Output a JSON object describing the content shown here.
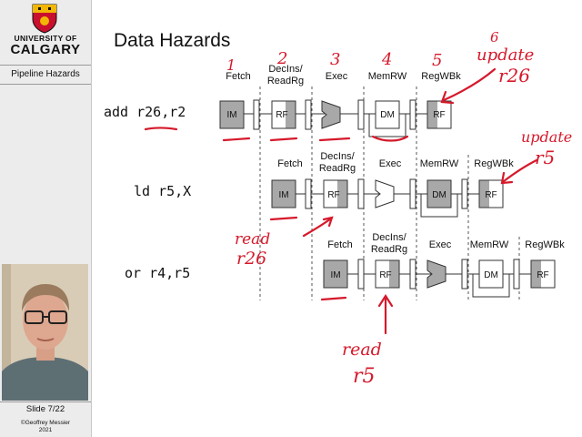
{
  "sidebar": {
    "university_line1": "UNIVERSITY OF",
    "university_line2": "CALGARY",
    "section": "Pipeline Hazards",
    "slide_number": "Slide 7/22",
    "copyright_line1": "©Geoffrey Messier",
    "copyright_line2": "2021"
  },
  "slide": {
    "title": "Data Hazards",
    "instructions": [
      "add r26,r2",
      "ld r5,X",
      "or r4,r5"
    ],
    "stage_labels": {
      "fetch": "Fetch",
      "decode_line1": "DecIns/",
      "decode_line2": "ReadRg",
      "exec": "Exec",
      "mem": "MemRW",
      "wb": "RegWBk"
    },
    "unit_labels": {
      "im": "IM",
      "rf": "RF",
      "dm": "DM"
    }
  },
  "annotations": {
    "numbers": [
      "1",
      "2",
      "3",
      "4",
      "5",
      "6"
    ],
    "update_r26": [
      "update",
      "r26"
    ],
    "update_r5": [
      "update",
      "r5"
    ],
    "read_r26": [
      "read",
      "r26"
    ],
    "read_r5": [
      "read",
      "r5"
    ]
  },
  "colors": {
    "ink": "#d6192b",
    "unit_fill": "#a8a8a8",
    "rf_shade": "#a8a8a8",
    "sidebar_bg": "#ececec",
    "logo_red": "#c8102e",
    "logo_gold": "#f2b705"
  }
}
